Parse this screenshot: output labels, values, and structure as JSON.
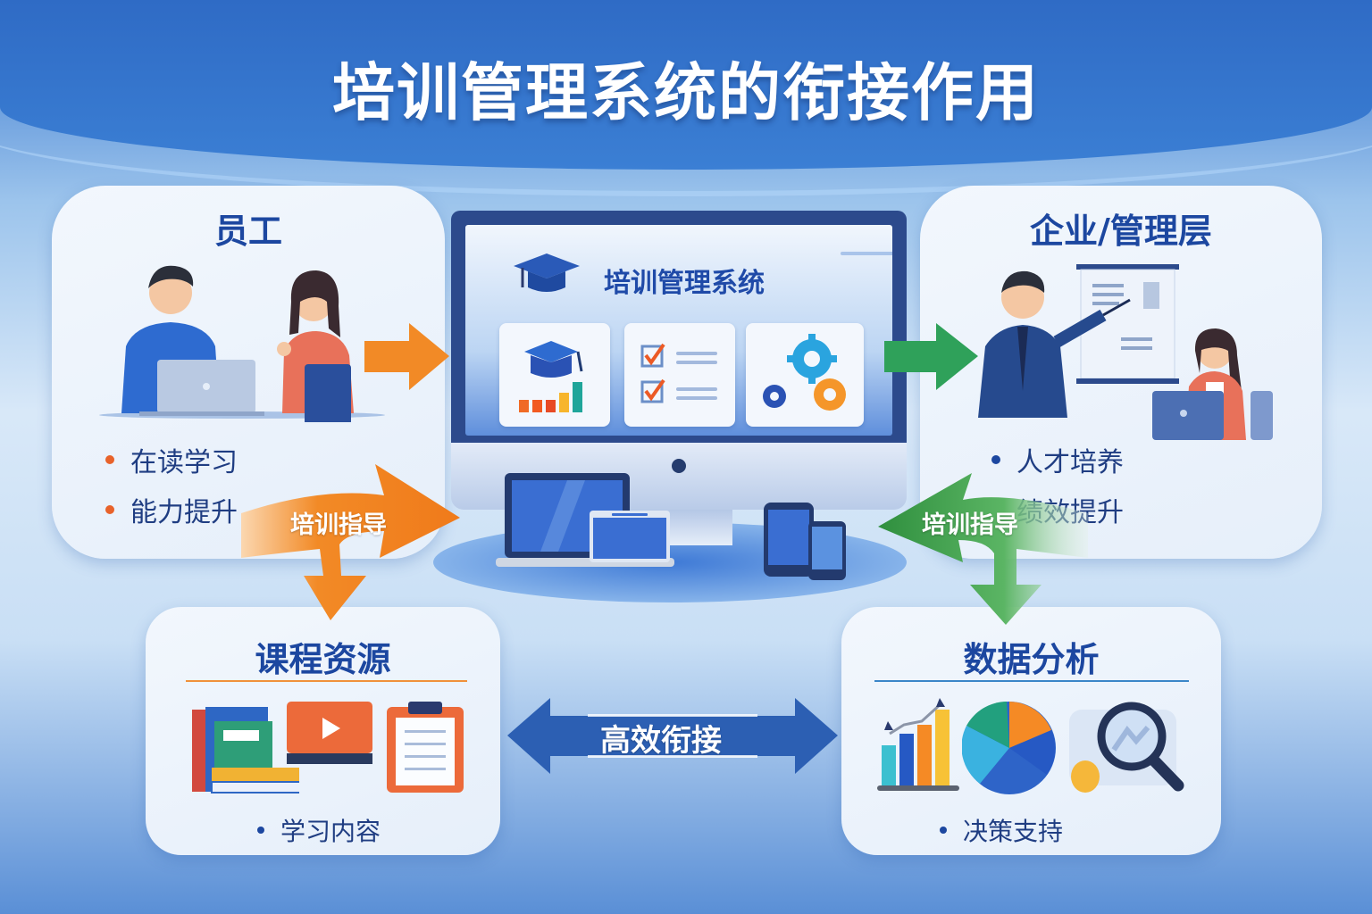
{
  "header": {
    "title": "培训管理系统的衔接作用"
  },
  "panels": {
    "employee": {
      "title": "员工",
      "bullets": [
        "在读学习",
        "能力提升"
      ],
      "bullet_color": "#e8622a",
      "illustration": "two-employees-with-laptop-and-clipboard"
    },
    "management": {
      "title": "企业/管理层",
      "bullets": [
        "人才培养",
        "绩效提升"
      ],
      "bullet_color": "#1c47a0",
      "illustration": "manager-presenting-to-employee"
    },
    "courses": {
      "title": "课程资源",
      "bullets": [
        "学习内容"
      ],
      "divider_color": "#f0913a",
      "icons": [
        "books-icon",
        "video-play-icon",
        "clipboard-icon"
      ]
    },
    "analytics": {
      "title": "数据分析",
      "bullets": [
        "决策支持"
      ],
      "divider_color": "#3a86c8",
      "icons": [
        "bar-chart-icon",
        "pie-chart-icon",
        "magnifier-icon"
      ]
    }
  },
  "center_system": {
    "screen_title": "培训管理系统",
    "cards": [
      "graduation-cap-chart-icon",
      "checklist-icon",
      "gears-icon"
    ],
    "devices": [
      "laptop-icon",
      "tablet-icon",
      "phone-icon",
      "phone-small-icon"
    ]
  },
  "arrows": {
    "employee_to_system": {
      "color": "#f28a26",
      "direction": "right"
    },
    "system_to_management": {
      "color": "#2fa15a",
      "direction": "right"
    },
    "left_curve": {
      "label": "培训指导",
      "color": "#f28a26"
    },
    "right_curve": {
      "label": "培训指导",
      "color": "#3e9c48"
    },
    "bottom_link": {
      "label": "高效衔接",
      "color": "#2c5fb3"
    }
  },
  "colors": {
    "primary_blue": "#1c47a0",
    "header_blue": "#3478cf",
    "orange": "#f28a26",
    "green": "#2fa15a"
  }
}
